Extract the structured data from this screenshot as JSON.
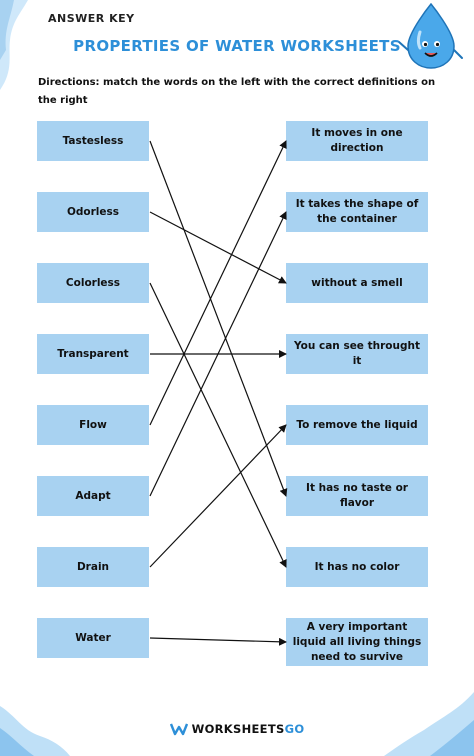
{
  "header": {
    "answer_key": "ANSWER KEY",
    "title": "PROPERTIES OF WATER WORKSHEETS"
  },
  "directions": "Directions: match the words on the left with the correct definitions on the right",
  "left_terms": [
    "Tastesless",
    "Odorless",
    "Colorless",
    "Transparent",
    "Flow",
    "Adapt",
    "Drain",
    "Water"
  ],
  "right_definitions": [
    "It moves in one direction",
    "It takes the shape of the container",
    "without a smell",
    "You can see throught it",
    "To remove the liquid",
    "It has no taste or flavor",
    "It has no color",
    "A very important liquid all living things need to survive"
  ],
  "answer_matches": [
    {
      "term": "Tastesless",
      "definition": "It has no taste or flavor"
    },
    {
      "term": "Odorless",
      "definition": "without a smell"
    },
    {
      "term": "Colorless",
      "definition": "It has no color"
    },
    {
      "term": "Transparent",
      "definition": "You can see throught it"
    },
    {
      "term": "Flow",
      "definition": "It moves in one direction"
    },
    {
      "term": "Adapt",
      "definition": "It takes the shape of the container"
    },
    {
      "term": "Drain",
      "definition": "To remove the liquid"
    },
    {
      "term": "Water",
      "definition": "A very important liquid all living things need to survive"
    }
  ],
  "footer": {
    "brand_main": "WORKSHEETS",
    "brand_accent": "GO"
  },
  "colors": {
    "box_fill": "#a8d2f1",
    "title_blue": "#2d8fd8",
    "splash_blue": "#bfe0f7",
    "line": "#111111"
  },
  "icons": [
    "water-drop-mascot-icon",
    "worksheetsgo-logo-icon"
  ]
}
